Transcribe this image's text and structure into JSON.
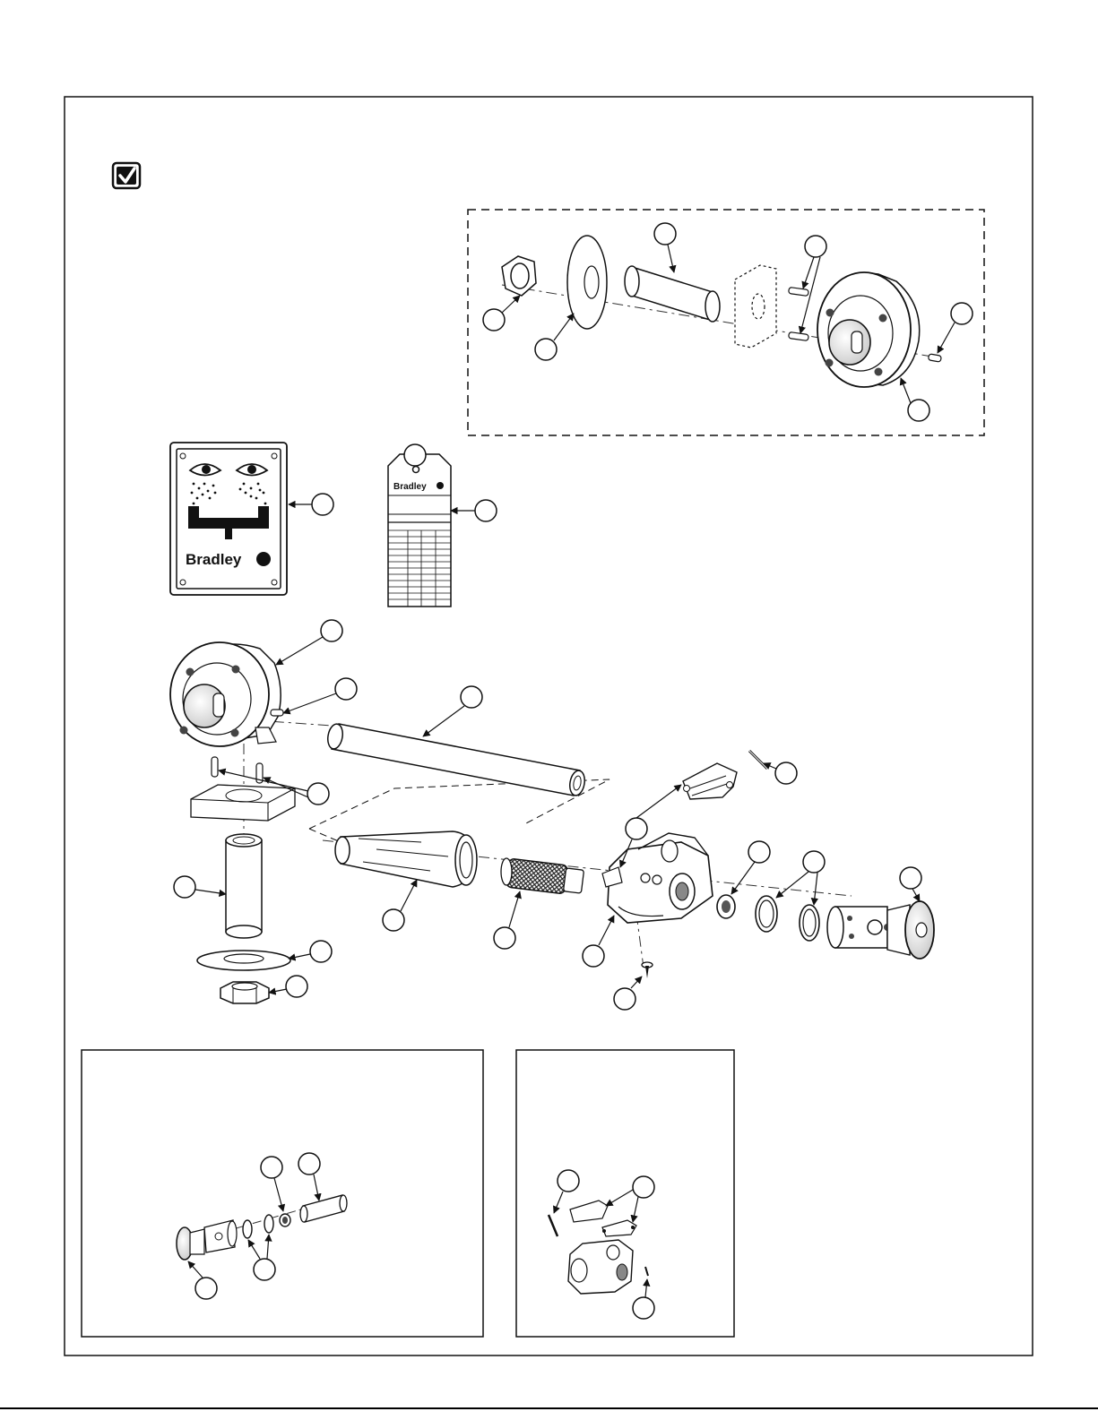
{
  "brand": {
    "sign_logo_text": "Bradley",
    "tag_logo_text": "Bradley"
  },
  "icons": {
    "checkbox": "check-mark-icon",
    "eyewash_sign": "eyewash-sign-icon"
  },
  "colors": {
    "line": "#1a1a1a",
    "fill": "#ffffff",
    "shade": "#d9d9d9"
  },
  "callouts": {
    "count": 31
  }
}
